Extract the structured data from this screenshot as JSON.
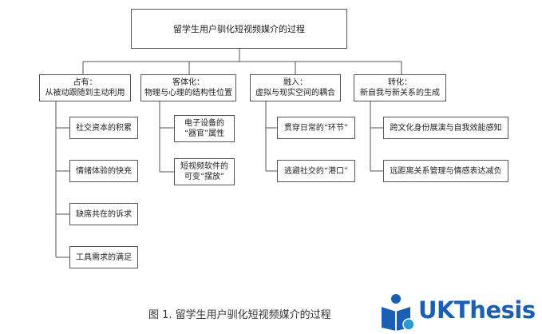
{
  "root": {
    "label": "留学生用户驯化短视频媒介的过程"
  },
  "categories": [
    {
      "title": "占有：",
      "subtitle": "从被动跟随到主动利用",
      "items": [
        "社交资本的积累",
        "情绪体验的快充",
        "缺席共在的诉求",
        "工具需求的满足"
      ]
    },
    {
      "title": "客体化：",
      "subtitle": "物理与心理的结构性位置",
      "items": [
        "电子设备的\n“器官”属性",
        "短视频软件的\n可变“摆放”"
      ]
    },
    {
      "title": "融入：",
      "subtitle": "虚拟与现实空间的耦合",
      "items": [
        "贯穿日常的“环节”",
        "逃避社交的“港口”"
      ]
    },
    {
      "title": "转化：",
      "subtitle": "新自我与新关系的生成",
      "items": [
        "跨文化身份展演与自我效能感知",
        "远距离关系管理与情感表达减负"
      ]
    }
  ],
  "caption": "图 1. 留学生用户驯化短视频媒介的过程",
  "watermark": {
    "text": "UKThesis",
    "color": "#1a5fb4"
  }
}
